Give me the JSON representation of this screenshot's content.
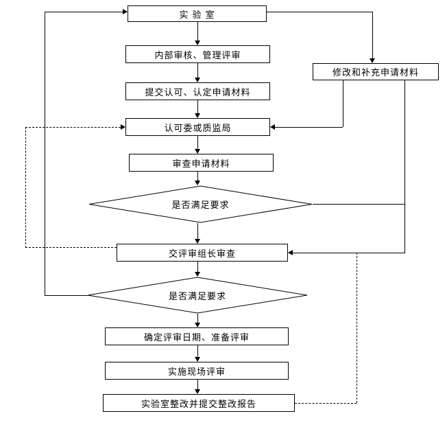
{
  "diagram": {
    "type": "flowchart",
    "background": "#ffffff",
    "line_color": "#000000",
    "box_fill": "#ffffff",
    "nodes": {
      "lab": {
        "label": "实 验 室",
        "shape": "rect"
      },
      "internal_audit": {
        "label": "内部审核、管理评审",
        "shape": "rect"
      },
      "submit_materials": {
        "label": "提交认可、认定申请材料",
        "shape": "rect"
      },
      "committee": {
        "label": "认可委或质监局",
        "shape": "rect"
      },
      "review_materials": {
        "label": "审查申请材料",
        "shape": "rect"
      },
      "decision1": {
        "label": "是否满足要求",
        "shape": "diamond"
      },
      "leader_review": {
        "label": "交评审组长审查",
        "shape": "rect"
      },
      "decision2": {
        "label": "是否满足要求",
        "shape": "diamond"
      },
      "schedule": {
        "label": "确定评审日期、准备评审",
        "shape": "rect"
      },
      "onsite": {
        "label": "实施现场评审",
        "shape": "rect"
      },
      "rectify": {
        "label": "实验室整改并提交整改报告",
        "shape": "rect"
      },
      "modify": {
        "label": "修改和补充申请材料",
        "shape": "rect"
      }
    },
    "edges": [
      {
        "from": "lab",
        "to": "internal_audit",
        "style": "solid"
      },
      {
        "from": "internal_audit",
        "to": "submit_materials",
        "style": "solid"
      },
      {
        "from": "submit_materials",
        "to": "committee",
        "style": "solid"
      },
      {
        "from": "committee",
        "to": "review_materials",
        "style": "solid"
      },
      {
        "from": "review_materials",
        "to": "decision1",
        "style": "solid"
      },
      {
        "from": "decision1",
        "to": "leader_review",
        "style": "solid",
        "route": "down"
      },
      {
        "from": "leader_review",
        "to": "decision2",
        "style": "solid"
      },
      {
        "from": "decision2",
        "to": "schedule",
        "style": "solid"
      },
      {
        "from": "schedule",
        "to": "onsite",
        "style": "solid"
      },
      {
        "from": "onsite",
        "to": "rectify",
        "style": "solid"
      },
      {
        "from": "lab",
        "to": "modify",
        "style": "solid",
        "route": "top-right"
      },
      {
        "from": "modify",
        "to": "committee",
        "style": "solid",
        "route": "right"
      },
      {
        "from": "decision1",
        "to": "leader_review",
        "style": "solid",
        "route": "right-side"
      },
      {
        "from": "decision2",
        "to": "lab",
        "style": "solid",
        "route": "left-side"
      },
      {
        "from": "leader_review",
        "to": "committee",
        "style": "dashed",
        "route": "left-side"
      },
      {
        "from": "rectify",
        "to": "leader_review",
        "style": "dashed",
        "route": "right-side"
      }
    ]
  }
}
